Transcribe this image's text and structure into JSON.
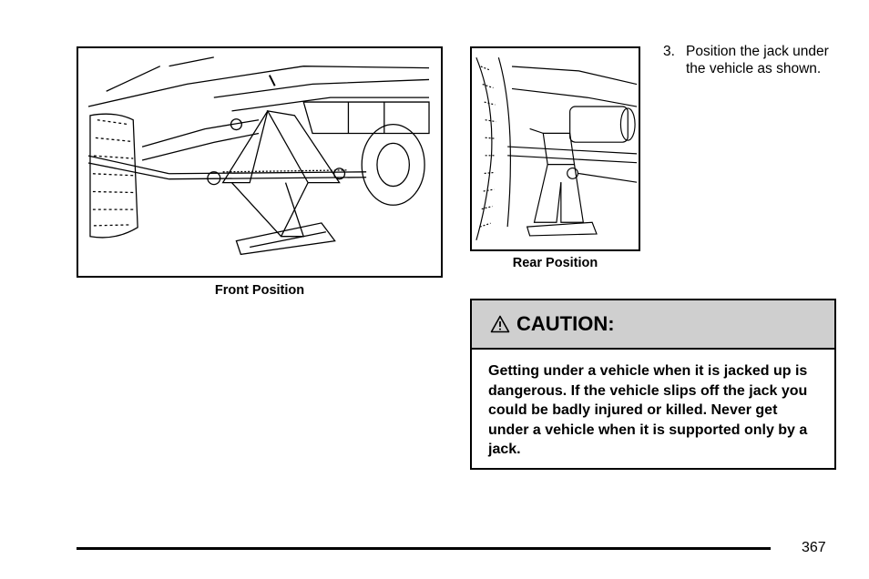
{
  "figures": {
    "front": {
      "caption": "Front Position"
    },
    "rear": {
      "caption": "Rear Position"
    }
  },
  "step": {
    "number": "3.",
    "text": "Position the jack under the vehicle as shown."
  },
  "caution": {
    "icon": "warning-triangle-icon",
    "title": "CAUTION:",
    "body": "Getting under a vehicle when it is jacked up is dangerous. If the vehicle slips off the jack you could be badly injured or killed. Never get under a vehicle when it is supported only by a jack."
  },
  "footer": {
    "page_number": "367"
  }
}
